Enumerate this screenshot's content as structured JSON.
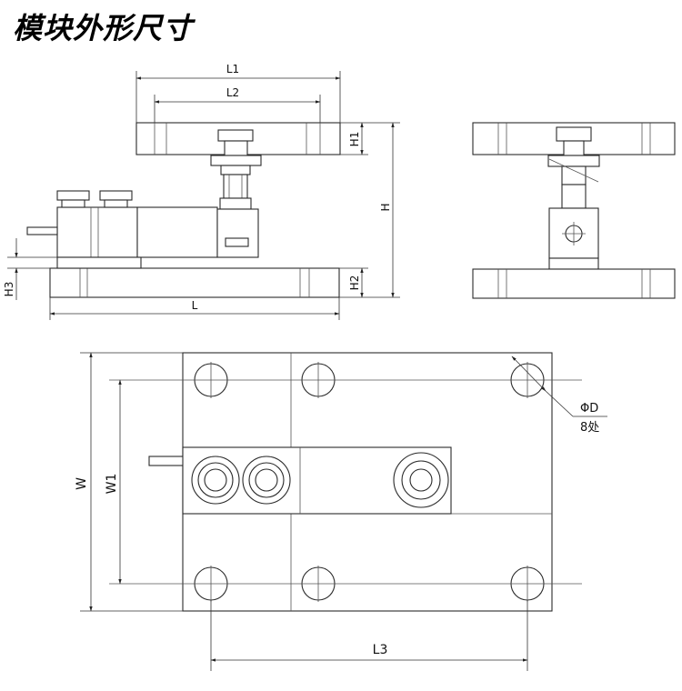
{
  "title": "模块外形尺寸",
  "labels": {
    "L1": "L1",
    "L2": "L2",
    "L": "L",
    "H": "H",
    "H1": "H1",
    "H2": "H2",
    "H3": "H3",
    "W": "W",
    "W1": "W1",
    "L3": "L3",
    "phiD": "ΦD",
    "count": "8处"
  }
}
